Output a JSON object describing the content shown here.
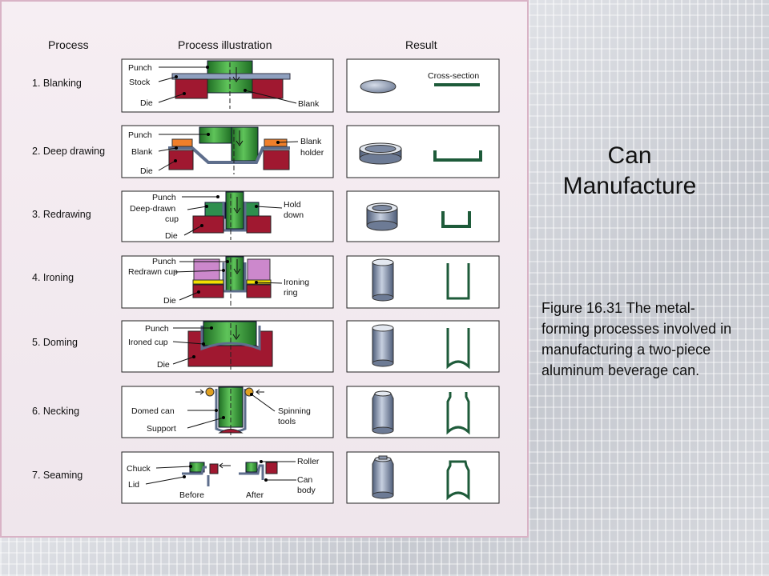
{
  "slide": {
    "title_line1": "Can",
    "title_line2": "Manufacture",
    "caption": "Figure 16.31  The metal-forming processes involved in manufacturing a two-piece aluminum beverage can."
  },
  "figure": {
    "headers": {
      "process": "Process",
      "illustration": "Process illustration",
      "result": "Result"
    },
    "processes": [
      {
        "label": "1. Blanking",
        "callouts": [
          "Punch",
          "Stock",
          "Die",
          "Blank"
        ],
        "result_note": "Cross-section"
      },
      {
        "label": "2. Deep drawing",
        "callouts": [
          "Punch",
          "Blank",
          "Die",
          "Blank",
          "holder"
        ]
      },
      {
        "label": "3. Redrawing",
        "callouts": [
          "Punch",
          "Deep-drawn",
          "cup",
          "Die",
          "Hold",
          "down"
        ]
      },
      {
        "label": "4. Ironing",
        "callouts": [
          "Punch",
          "Redrawn cup",
          "Die",
          "Ironing",
          "ring"
        ]
      },
      {
        "label": "5. Doming",
        "callouts": [
          "Punch",
          "Ironed cup",
          "Die"
        ]
      },
      {
        "label": "6. Necking",
        "callouts": [
          "Domed can",
          "Support",
          "Spinning",
          "tools"
        ]
      },
      {
        "label": "7. Seaming",
        "callouts": [
          "Chuck",
          "Lid",
          "Before",
          "After",
          "Roller",
          "Can",
          "body"
        ]
      }
    ],
    "colors": {
      "punch": "#3a9a3a",
      "die": "#a01830",
      "metal": "#7f8ea8",
      "holder": "#f07f2a",
      "ring": "#f2e000",
      "hold_down": "#cc88cc"
    }
  }
}
